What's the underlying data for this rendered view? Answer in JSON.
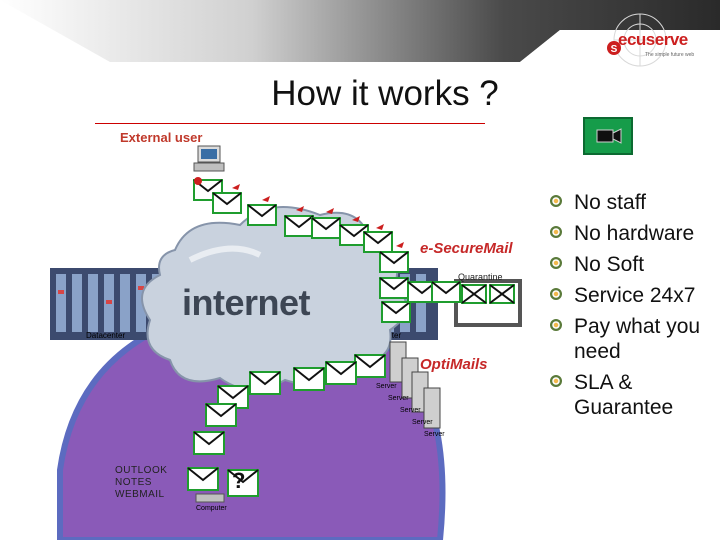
{
  "header": {
    "title": "How it works ?"
  },
  "logo": {
    "word": "ecuserve",
    "letter": "S",
    "tagline": "The simple future web"
  },
  "diagram": {
    "external_user_label": "External user",
    "internet_label": "internet",
    "datacenter_label": "Datacenter",
    "quarantine_label": "Quarantine",
    "brand_esecuremail": "e-SecureMail",
    "brand_optimails": "OptiMails",
    "server_label": "Server",
    "computer_label": "Computer",
    "question_mark": "?",
    "client_list": [
      "OUTLOOK",
      "NOTES",
      "WEBMAIL"
    ]
  },
  "features": [
    "No staff",
    "No hardware",
    "No Soft",
    "Service 24x7",
    "Pay what you need",
    "SLA & Guarantee"
  ],
  "colors": {
    "envelope_border": "#1f9d2e",
    "cloud": "#c9d2de",
    "purple_region": "#8a5ab8",
    "accent_red": "#cc1f1f",
    "video_button": "#169c4a"
  }
}
